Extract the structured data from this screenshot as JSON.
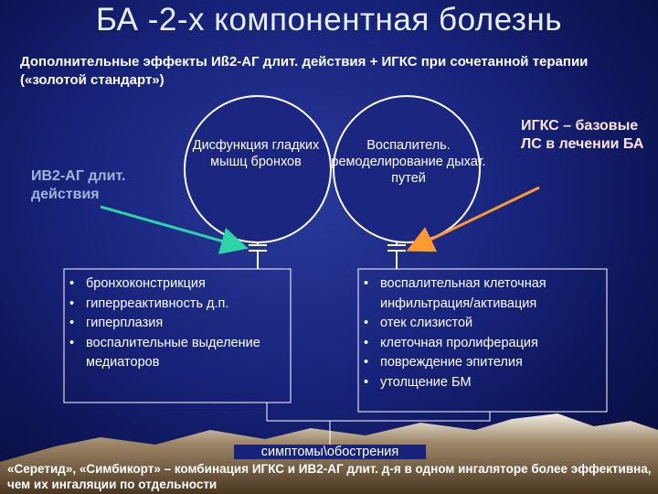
{
  "title": "БА -2-х компонентная болезнь",
  "subtitle": "Дополнительные эффекты Иß2-АГ длит. действия + ИГКС при сочетанной терапии («золотой стандарт»)",
  "left_label": "ИВ2-АГ длит. действия",
  "right_label": "ИГКС – базовые ЛС в лечении БА",
  "circle_left": "Дисфункция гладких мышц бронхов",
  "circle_right": "Воспалитель. ремоделирование дыхат. путей",
  "box_left_items": [
    "бронхоконстрикция",
    "гиперреактивность д.п.",
    "гиперплазия",
    "воспалительные выделение медиаторов"
  ],
  "box_right_items": [
    "воспалительная клеточная инфильтрация/активация",
    "отек слизистой",
    "клеточная пролиферация",
    "повреждение эпителия",
    "утолщение БМ"
  ],
  "symptoms": "симптомы\\обострения",
  "footer": "«Серетид», «Симбикорт» – комбинация ИГКС и ИВ2-АГ длит. д-я в одном ингаляторе более эффективна, чем их ингаляции по отдельности",
  "colors": {
    "arrow_left": "#2dd4a8",
    "arrow_right": "#ff9a2e",
    "background": "#17237a"
  }
}
